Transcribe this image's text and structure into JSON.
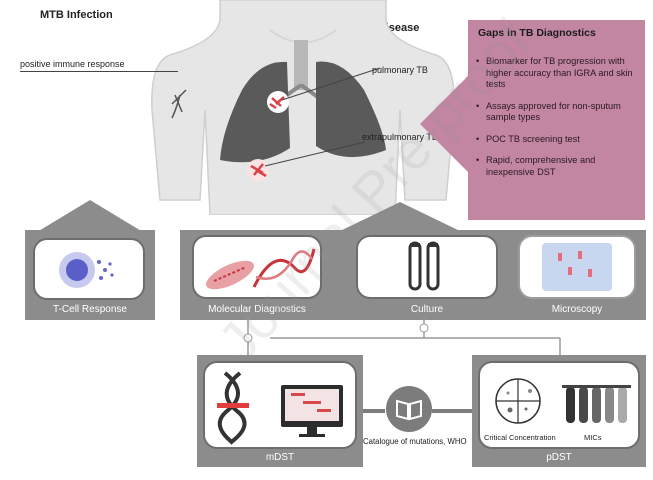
{
  "headers": {
    "mtb": "MTB Infection",
    "tb": "TB Disease"
  },
  "body_labels": {
    "immune": "positive immune response",
    "pulmonary": "pulmonary TB",
    "extrapulmonary": "extrapulmonary TB"
  },
  "gaps": {
    "title": "Gaps in TB Diagnostics",
    "items": [
      "Biomarker for TB progression with higher accuracy than IGRA and skin tests",
      "Assays approved for non-sputum sample types",
      "POC TB screening test",
      "Rapid, comprehensive and inexpensive DST"
    ]
  },
  "panels": {
    "tcell": "T-Cell Response",
    "molecular": "Molecular Diagnostics",
    "culture": "Culture",
    "microscopy": "Microscopy",
    "mdst": "mDST",
    "pdst": "pDST",
    "catalogue": "Catalogue of mutations, WHO",
    "critical": "Critical Concentration",
    "mics": "MICs"
  },
  "watermark": "Journal Pre-proof",
  "colors": {
    "gaps_bg": "#c285a2",
    "panel_gray": "#8c8c8c",
    "lung": "#5a5a5a",
    "pathogen": "#d9434a"
  }
}
